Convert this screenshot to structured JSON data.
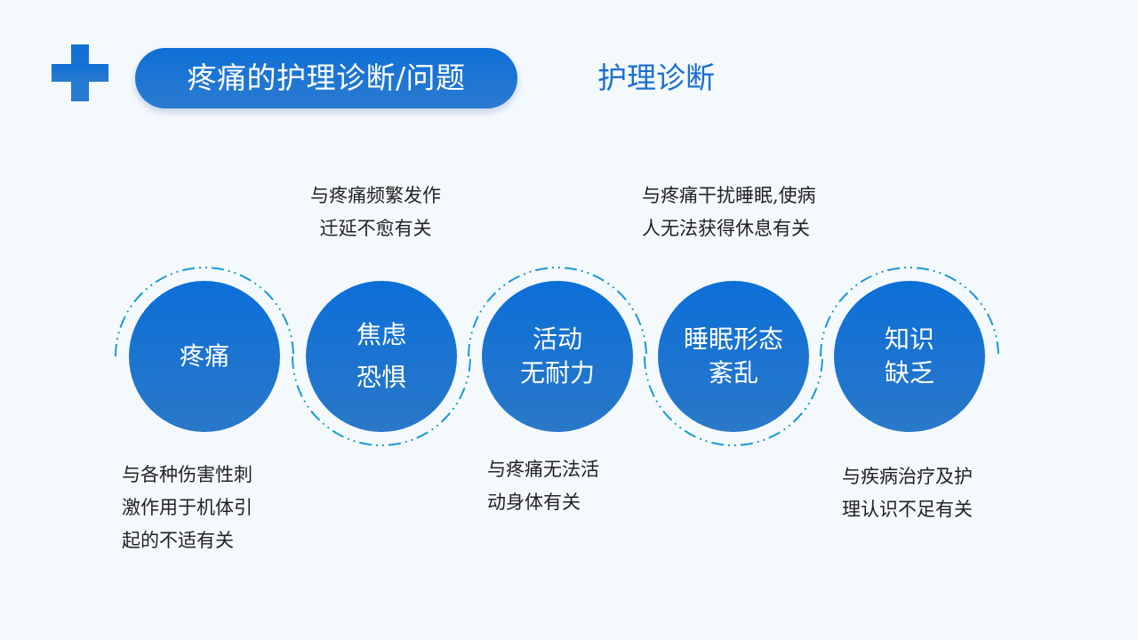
{
  "header": {
    "title": "疼痛的护理诊断/问题",
    "subtitle": "护理诊断",
    "icon": "plus-icon"
  },
  "colors": {
    "accent": "#0f6fd6",
    "circle_top": "#0c6fd8",
    "circle_bottom": "#2a78c8",
    "dashed_arc": "#1a9ad6",
    "subtitle": "#1a6fd0",
    "background": "#f4f9fd",
    "text": "#222222"
  },
  "diagnoses": [
    {
      "lines": [
        "疼痛"
      ],
      "note_position": "bottom",
      "note": [
        "与各种伤害性刺",
        "激作用于机体引",
        "起的不适有关"
      ]
    },
    {
      "lines": [
        "焦虑",
        "恐惧"
      ],
      "note_position": "top",
      "note": [
        "与疼痛频繁发作",
        "迁延不愈有关"
      ]
    },
    {
      "lines": [
        "活动",
        "无耐力"
      ],
      "note_position": "bottom",
      "note": [
        "与疼痛无法活",
        "动身体有关"
      ]
    },
    {
      "lines": [
        "睡眠形态",
        "紊乱"
      ],
      "note_position": "top",
      "note": [
        "与疼痛干扰睡眠,使病",
        "人无法获得休息有关"
      ]
    },
    {
      "lines": [
        "知识",
        "缺乏"
      ],
      "note_position": "bottom",
      "note": [
        "与疾病治疗及护",
        "理认识不足有关"
      ]
    }
  ]
}
